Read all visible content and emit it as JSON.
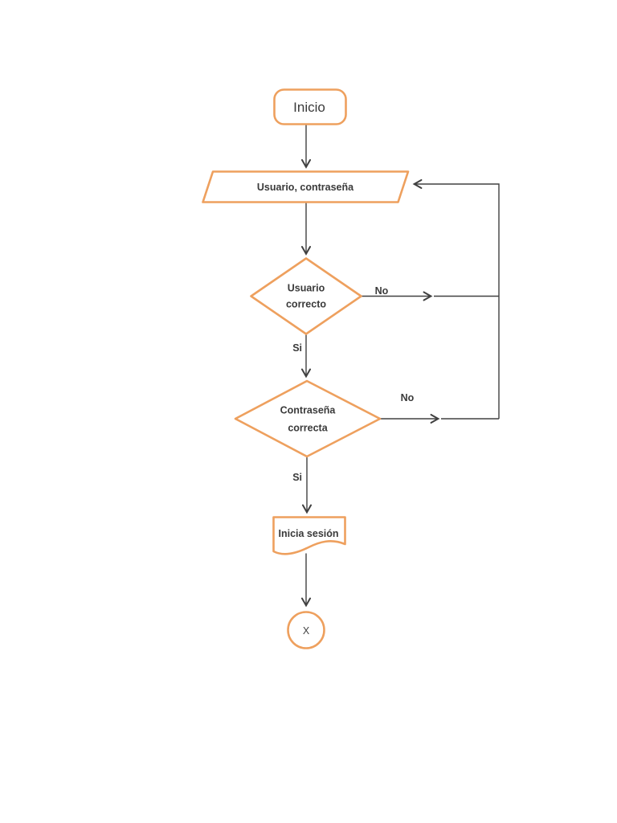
{
  "colors": {
    "shape_stroke": "#EEA05E",
    "shape_fill": "#FFFFFF",
    "connector": "#404040",
    "label_text": "#3A3A3A",
    "page_background": "#FFFFFF"
  },
  "flowchart": {
    "nodes": {
      "start": {
        "type": "terminator",
        "label": "Inicio"
      },
      "input": {
        "type": "data-input-parallelogram",
        "label": "Usuario, contraseña"
      },
      "decision_user": {
        "type": "decision",
        "line1": "Usuario",
        "line2": "correcto"
      },
      "decision_password": {
        "type": "decision",
        "line1": "Contraseña",
        "line2": "correcta"
      },
      "login": {
        "type": "document",
        "label": "Inicia sesión"
      },
      "end": {
        "type": "connector-circle",
        "label": "X"
      }
    },
    "edge_labels": {
      "user_no": "No",
      "user_yes": "Si",
      "password_no": "No",
      "password_yes": "Si"
    }
  }
}
